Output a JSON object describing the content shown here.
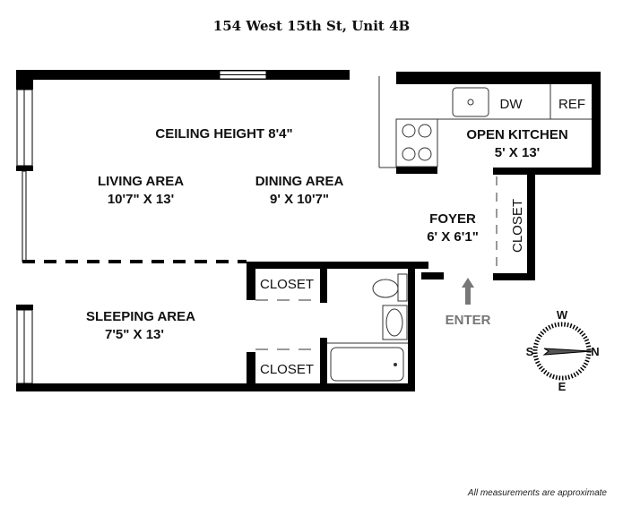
{
  "title": "154 West 15th St, Unit 4B",
  "footer": "All measurements are approximate",
  "rooms": {
    "ceiling": "CEILING HEIGHT 8'4\"",
    "living": {
      "name": "LIVING AREA",
      "dims": "10'7\" X 13'"
    },
    "dining": {
      "name": "DINING AREA",
      "dims": "9' X 10'7\""
    },
    "kitchen": {
      "name": "OPEN KITCHEN",
      "dims": "5' X 13'"
    },
    "foyer": {
      "name": "FOYER",
      "dims": "6' X 6'1\""
    },
    "sleeping": {
      "name": "SLEEPING AREA",
      "dims": "7'5\" X 13'"
    },
    "closet_foyer": "CLOSET",
    "closet_upper": "CLOSET",
    "closet_lower": "CLOSET"
  },
  "appliances": {
    "dw": "DW",
    "ref": "REF"
  },
  "entry": "ENTER",
  "compass": {
    "n": "N",
    "s": "S",
    "e": "E",
    "w": "W"
  }
}
